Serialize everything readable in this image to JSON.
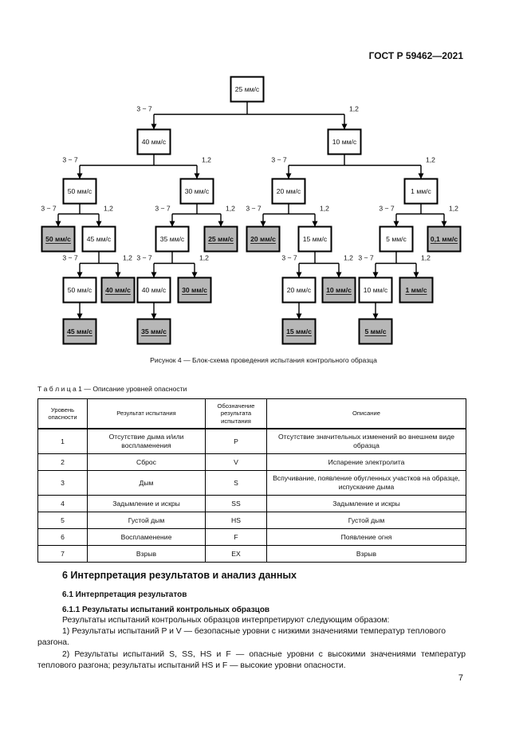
{
  "header": {
    "doc_id": "ГОСТ Р 59462—2021"
  },
  "flowchart": {
    "nodes": [
      {
        "id": "n0",
        "label": "25 мм/с",
        "result": false
      },
      {
        "id": "n1",
        "label": "40 мм/с",
        "result": false
      },
      {
        "id": "n2",
        "label": "10 мм/с",
        "result": false
      },
      {
        "id": "n3",
        "label": "50 мм/с",
        "result": false
      },
      {
        "id": "n4",
        "label": "30 мм/с",
        "result": false
      },
      {
        "id": "n5",
        "label": "20 мм/с",
        "result": false
      },
      {
        "id": "n6",
        "label": "1 мм/с",
        "result": false
      },
      {
        "id": "n7",
        "label": "50 мм/с",
        "result": true
      },
      {
        "id": "n8",
        "label": "45 мм/с",
        "result": false
      },
      {
        "id": "n9",
        "label": "35 мм/с",
        "result": false
      },
      {
        "id": "n10",
        "label": "25 мм/с",
        "result": true
      },
      {
        "id": "n11",
        "label": "20 мм/с",
        "result": true
      },
      {
        "id": "n12",
        "label": "15 мм/с",
        "result": false
      },
      {
        "id": "n13",
        "label": "5 мм/с",
        "result": false
      },
      {
        "id": "n14",
        "label": "0,1 мм/с",
        "result": true
      },
      {
        "id": "n15",
        "label": "50 мм/с",
        "result": false
      },
      {
        "id": "n16",
        "label": "40 мм/с",
        "result": true
      },
      {
        "id": "n17",
        "label": "40 мм/с",
        "result": false
      },
      {
        "id": "n18",
        "label": "30 мм/с",
        "result": true
      },
      {
        "id": "n19",
        "label": "20 мм/с",
        "result": false
      },
      {
        "id": "n20",
        "label": "10 мм/с",
        "result": true
      },
      {
        "id": "n21",
        "label": "10 мм/с",
        "result": false
      },
      {
        "id": "n22",
        "label": "1 мм/с",
        "result": true
      },
      {
        "id": "n23",
        "label": "45 мм/с",
        "result": true
      },
      {
        "id": "n24",
        "label": "35 мм/с",
        "result": true
      },
      {
        "id": "n25",
        "label": "15 мм/с",
        "result": true
      },
      {
        "id": "n26",
        "label": "5 мм/с",
        "result": true
      }
    ],
    "edges": [
      {
        "from": "n0",
        "to": "n1",
        "label": "3 ~ 7"
      },
      {
        "from": "n0",
        "to": "n2",
        "label": "1,2"
      },
      {
        "from": "n1",
        "to": "n3",
        "label": "3 ~ 7"
      },
      {
        "from": "n1",
        "to": "n4",
        "label": "1,2"
      },
      {
        "from": "n2",
        "to": "n5",
        "label": "3 ~ 7"
      },
      {
        "from": "n2",
        "to": "n6",
        "label": "1,2"
      },
      {
        "from": "n3",
        "to": "n7",
        "label": "3 ~ 7"
      },
      {
        "from": "n3",
        "to": "n8",
        "label": "1,2"
      },
      {
        "from": "n4",
        "to": "n9",
        "label": "3 ~ 7"
      },
      {
        "from": "n4",
        "to": "n10",
        "label": "1,2"
      },
      {
        "from": "n5",
        "to": "n11",
        "label": "3 ~ 7"
      },
      {
        "from": "n5",
        "to": "n12",
        "label": "1,2"
      },
      {
        "from": "n6",
        "to": "n13",
        "label": "3 ~ 7"
      },
      {
        "from": "n6",
        "to": "n14",
        "label": "1,2"
      },
      {
        "from": "n8",
        "to": "n15",
        "label": "3 ~ 7"
      },
      {
        "from": "n8",
        "to": "n16",
        "label": "1,2"
      },
      {
        "from": "n9",
        "to": "n17",
        "label": "3 ~ 7"
      },
      {
        "from": "n9",
        "to": "n18",
        "label": "1,2"
      },
      {
        "from": "n12",
        "to": "n19",
        "label": "3 ~ 7"
      },
      {
        "from": "n12",
        "to": "n20",
        "label": "1,2"
      },
      {
        "from": "n13",
        "to": "n21",
        "label": "3 ~ 7"
      },
      {
        "from": "n13",
        "to": "n22",
        "label": "1,2"
      },
      {
        "from": "n15",
        "to": "n23",
        "label": ""
      },
      {
        "from": "n17",
        "to": "n24",
        "label": ""
      },
      {
        "from": "n19",
        "to": "n25",
        "label": ""
      },
      {
        "from": "n21",
        "to": "n26",
        "label": ""
      }
    ],
    "caption": "Рисунок 4 — Блок-схема проведения испытания контрольного образца"
  },
  "table": {
    "caption": "Т а б л и ц а   1 — Описание уровней опасности",
    "headers": [
      "Уровень опасности",
      "Результат испытания",
      "Обозначение результата испытания",
      "Описание"
    ],
    "rows": [
      [
        "1",
        "Отсутствие дыма и/или воспламенения",
        "P",
        "Отсутствие значительных изменений во внешнем виде образца"
      ],
      [
        "2",
        "Сброс",
        "V",
        "Испарение электролита"
      ],
      [
        "3",
        "Дым",
        "S",
        "Вспучивание, появление обугленных участков на образце, испускание дыма"
      ],
      [
        "4",
        "Задымление и искры",
        "SS",
        "Задымление и искры"
      ],
      [
        "5",
        "Густой дым",
        "HS",
        "Густой дым"
      ],
      [
        "6",
        "Воспламенение",
        "F",
        "Появление огня"
      ],
      [
        "7",
        "Взрыв",
        "EX",
        "Взрыв"
      ]
    ]
  },
  "section": {
    "h2": "6 Интерпретация результатов и анализ данных",
    "h3": "6.1 Интерпретация результатов",
    "h4": "6.1.1 Результаты испытаний контрольных образцов",
    "p1": "Результаты испытаний контрольных образцов интерпретируют следующим образом:",
    "p2a": "1) Результаты испытаний P и V — безопасные уровни с низкими значениями температур теплового",
    "p2b": "разгона.",
    "p3a": "2) Результаты испытаний S, SS, HS и F — опасные уровни с высокими значениями температур",
    "p3b": "теплового разгона; результаты испытаний HS и F — высокие уровни опасности."
  },
  "page_number": "7"
}
